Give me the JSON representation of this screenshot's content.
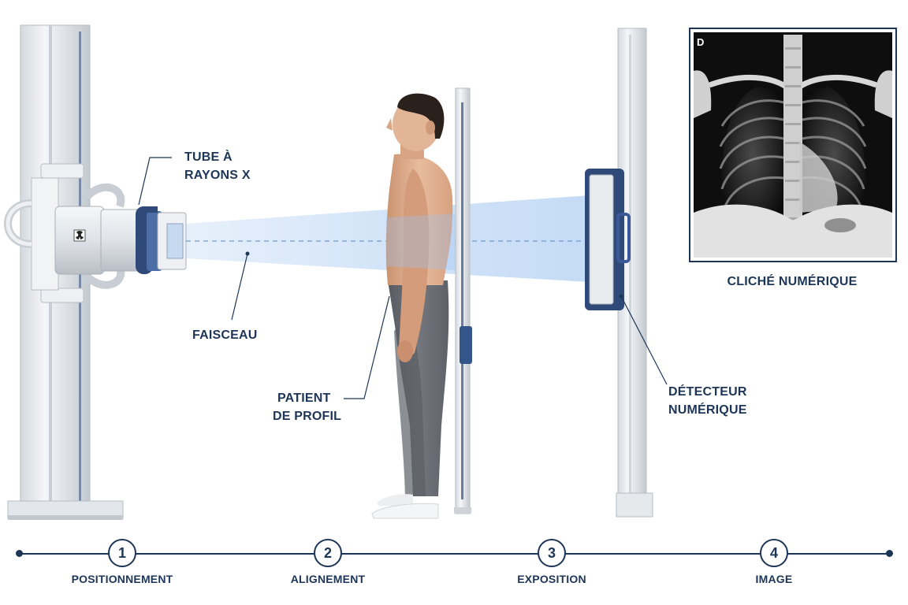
{
  "labels": {
    "tube": [
      "TUBE À",
      "RAYONS X"
    ],
    "beam": "FAISCEAU",
    "patient": [
      "PATIENT",
      "DE PROFIL"
    ],
    "detector": [
      "DÉTECTEUR",
      "NUMÉRIQUE"
    ],
    "image_caption": "CLICHÉ NUMÉRIQUE",
    "xray_marker": "D"
  },
  "steps": [
    {
      "number": "1",
      "label": "POSITIONNEMENT"
    },
    {
      "number": "2",
      "label": "ALIGNEMENT"
    },
    {
      "number": "3",
      "label": "EXPOSITION"
    },
    {
      "number": "4",
      "label": "IMAGE"
    }
  ],
  "colors": {
    "accent": "#1d3557",
    "beam": "#a9c8f0",
    "equipment": "#e9ecef",
    "equipment_shadow": "#c9ced4",
    "detector_frame": "#3b5998",
    "skin": "#e2b596",
    "pants": "#6b6f75",
    "hair": "#2b211c"
  },
  "icons": {
    "radiation": "radiation-icon"
  }
}
